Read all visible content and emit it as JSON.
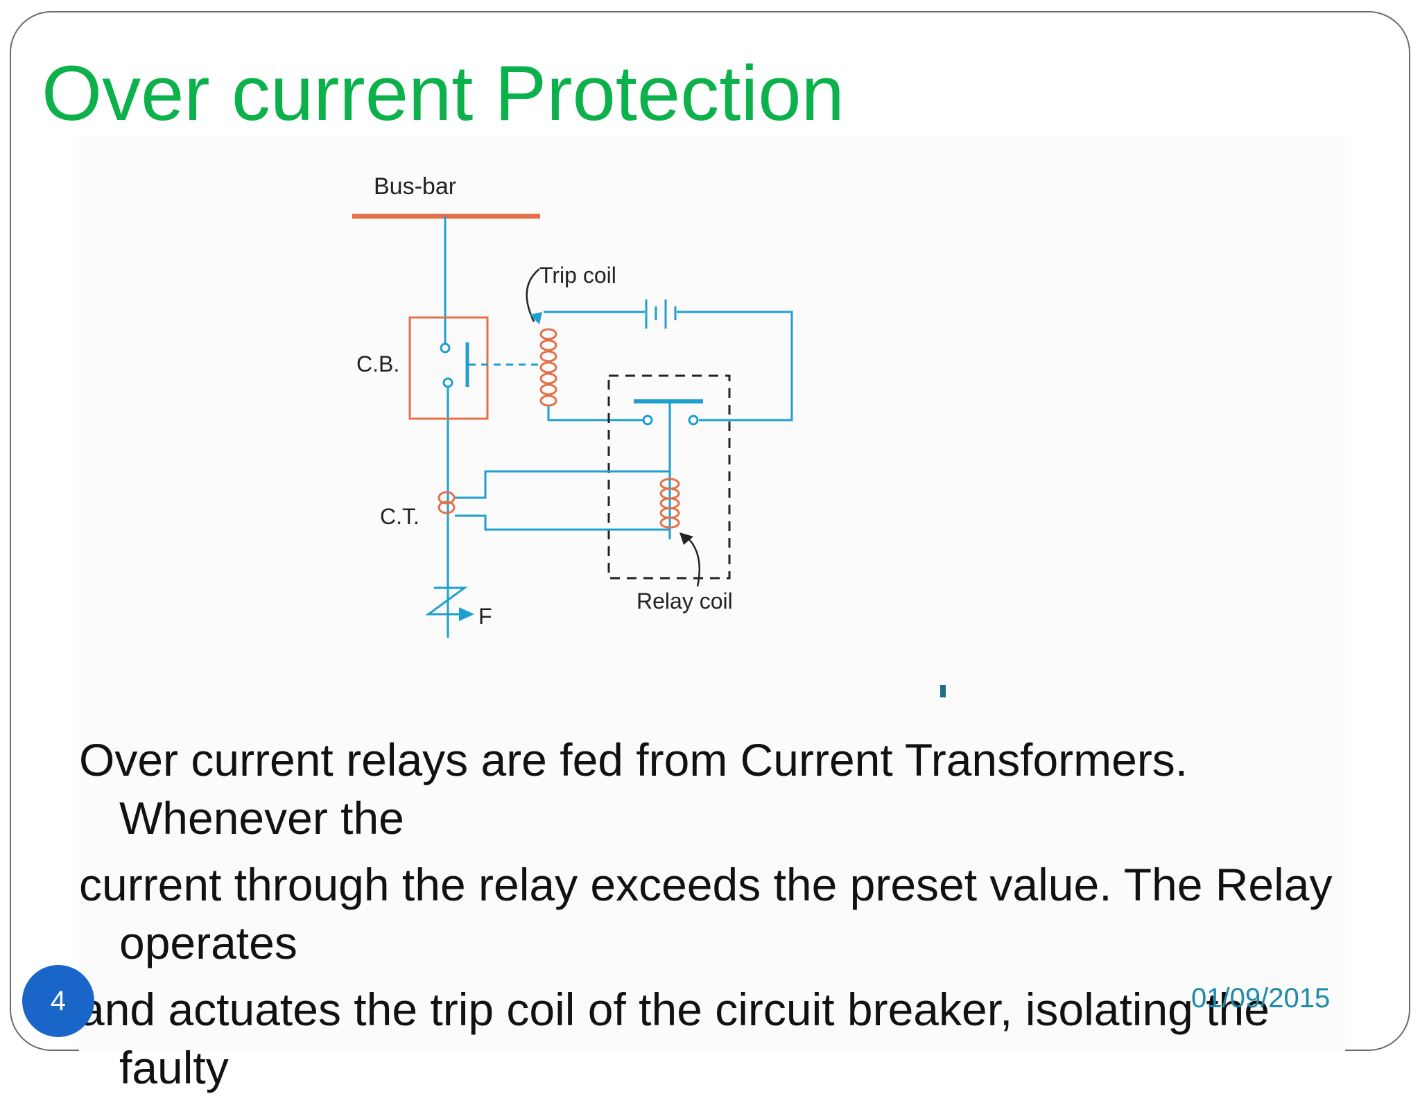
{
  "slide": {
    "title": "Over current Protection",
    "diagram": {
      "labels": {
        "busbar": "Bus-bar",
        "trip_coil": "Trip coil",
        "cb": "C.B.",
        "ct": "C.T.",
        "fault": "F",
        "relay_coil": "Relay coil"
      }
    },
    "paragraphs": [
      "Over current relays are fed from Current Transformers. Whenever  the",
      "current through the relay exceeds the preset value. The Relay operates",
      "and actuates the trip coil of the circuit breaker, isolating the faulty"
    ],
    "footer": {
      "slide_number": "4",
      "date": "01/09/2015"
    }
  },
  "colors": {
    "title": "#0db14b",
    "wire": "#1e9fd0",
    "coil": "#e4704a",
    "text": "#111111",
    "badge": "#1a66c8",
    "date": "#1f8aa8"
  }
}
